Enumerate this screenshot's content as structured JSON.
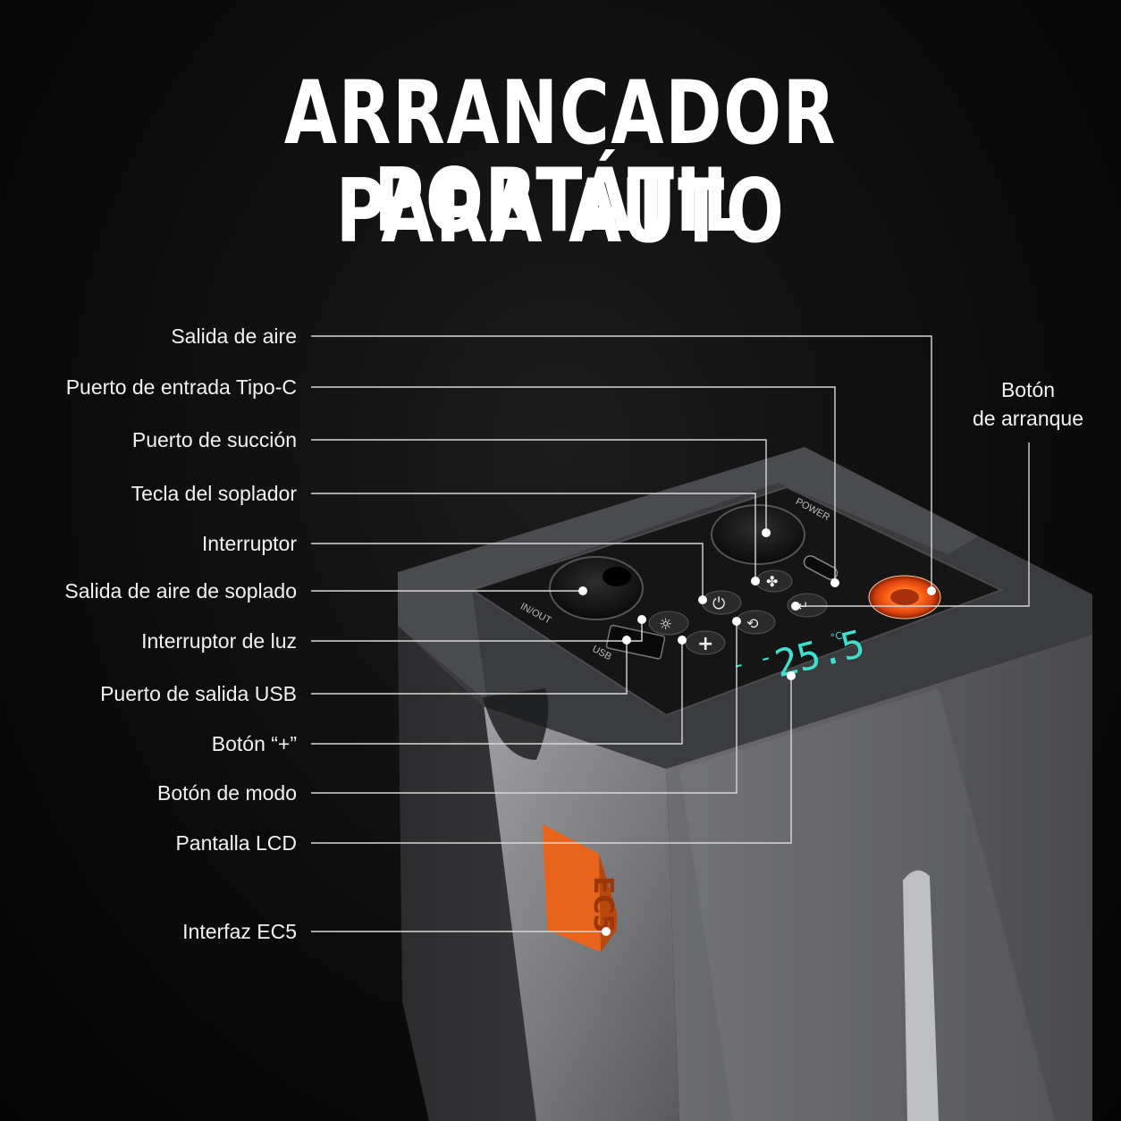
{
  "title": {
    "line1": "ARRANCADOR PORTÁTIL",
    "line2": "PARA AUTO"
  },
  "callouts": [
    {
      "id": "air-outlet",
      "label": "Salida de aire"
    },
    {
      "id": "type-c-input",
      "label": "Puerto de entrada Tipo-C"
    },
    {
      "id": "suction-port",
      "label": "Puerto de succión"
    },
    {
      "id": "blower-key",
      "label": "Tecla del soplador"
    },
    {
      "id": "switch",
      "label": "Interruptor"
    },
    {
      "id": "blow-air-outlet",
      "label": "Salida de aire de soplado"
    },
    {
      "id": "light-switch",
      "label": "Interruptor de luz"
    },
    {
      "id": "usb-output",
      "label": "Puerto de salida USB"
    },
    {
      "id": "plus-button",
      "label": "Botón “+”"
    },
    {
      "id": "mode-button",
      "label": "Botón de modo"
    },
    {
      "id": "lcd-screen",
      "label": "Pantalla LCD"
    },
    {
      "id": "ec5-interface",
      "label": "Interfaz EC5"
    }
  ],
  "start_button": {
    "line1": "Botón",
    "line2": "de arranque"
  },
  "device": {
    "power_label": "POWER",
    "inout_label": "IN/OUT",
    "usb_label": "USB",
    "lcd_reading": "25.5",
    "lcd_unit": "°C",
    "ec5_label": "EC5",
    "plus_symbol": "+"
  },
  "colors": {
    "accent_orange": "#e8641c",
    "lcd_cyan": "#3fe0d0",
    "body_silver": "#8f9094",
    "panel_black": "#141414"
  }
}
